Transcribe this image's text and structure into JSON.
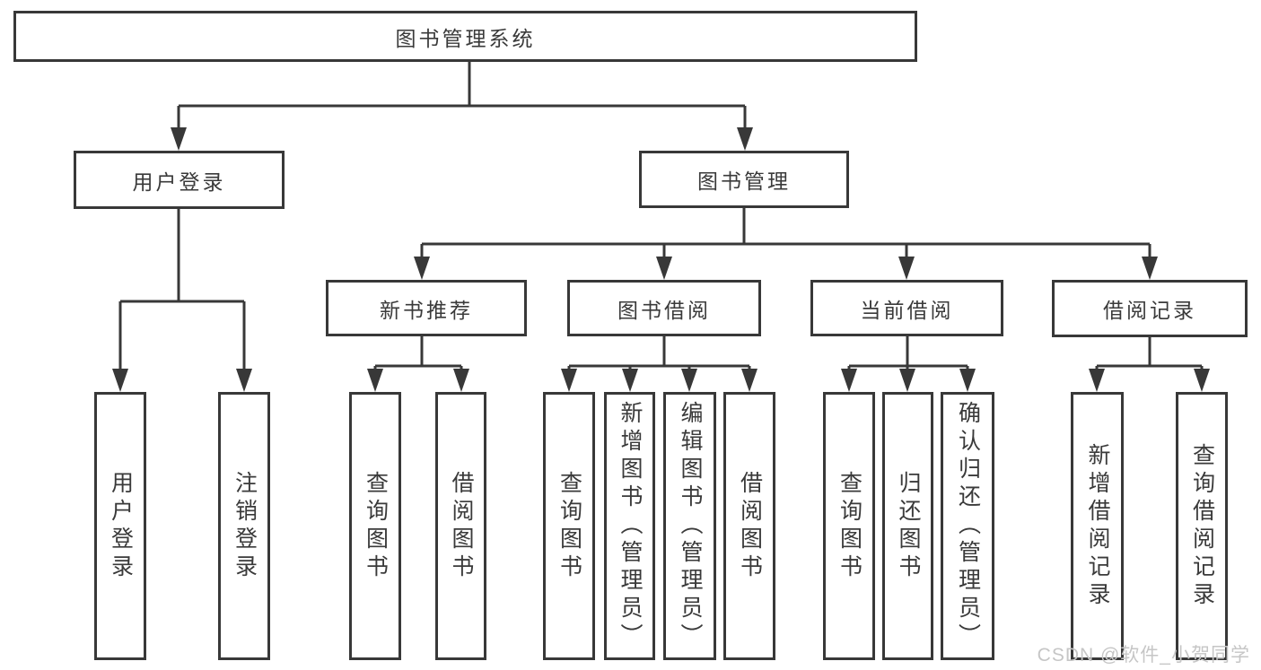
{
  "diagram": {
    "root_label": "图书管理系统",
    "level2": {
      "user": "用户登录",
      "books": "图书管理"
    },
    "level3": {
      "new_books": "新书推荐",
      "borrow": "图书借阅",
      "current": "当前借阅",
      "records": "借阅记录"
    },
    "leaves": {
      "user": [
        "用户登录",
        "注销登录"
      ],
      "new_books": [
        "查询图书",
        "借阅图书"
      ],
      "borrow": [
        "查询图书",
        "新增图书（管理员）",
        "编辑图书（管理员）",
        "借阅图书"
      ],
      "current": [
        "查询图书",
        "归还图书",
        "确认归还（管理员）"
      ],
      "records": [
        "新增借阅记录",
        "查询借阅记录"
      ]
    }
  },
  "colors": {
    "line": "#383838",
    "box_border": "#383838",
    "text": "#3a3a3a",
    "watermark": "#c6c6c6",
    "background": "#ffffff"
  },
  "watermark": {
    "text": "CSDN @软件_小贺同学"
  }
}
